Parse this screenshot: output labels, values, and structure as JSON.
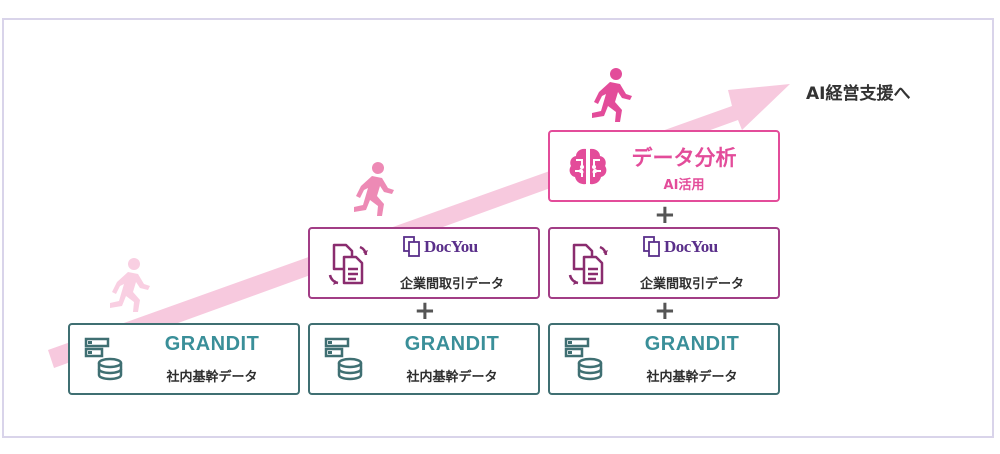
{
  "goal_label": "AI経営支援へ",
  "plus_symbol": "+",
  "columns": [
    {
      "stack": [
        {
          "type": "grandit",
          "title": "GRANDIT",
          "subtitle": "社内基幹データ",
          "icon": "database-icon"
        }
      ]
    },
    {
      "stack": [
        {
          "type": "grandit",
          "title": "GRANDIT",
          "subtitle": "社内基幹データ",
          "icon": "database-icon"
        },
        {
          "type": "docyou",
          "logo_text": "DocYou",
          "subtitle": "企業間取引データ",
          "icon": "document-exchange-icon"
        }
      ]
    },
    {
      "stack": [
        {
          "type": "grandit",
          "title": "GRANDIT",
          "subtitle": "社内基幹データ",
          "icon": "database-icon"
        },
        {
          "type": "docyou",
          "logo_text": "DocYou",
          "subtitle": "企業間取引データ",
          "icon": "document-exchange-icon"
        },
        {
          "type": "analysis",
          "title": "データ分析",
          "subtitle": "AI活用",
          "icon": "brain-circuit-icon"
        }
      ]
    }
  ],
  "colors": {
    "grandit_border": "#3f6f72",
    "grandit_text": "#3a8f99",
    "docyou_border": "#a23d86",
    "analysis_accent": "#e34c9a",
    "arrow": "#f7c9de",
    "frame": "#d9d4ea"
  },
  "runners": [
    "runner-icon",
    "runner-icon",
    "runner-icon"
  ]
}
